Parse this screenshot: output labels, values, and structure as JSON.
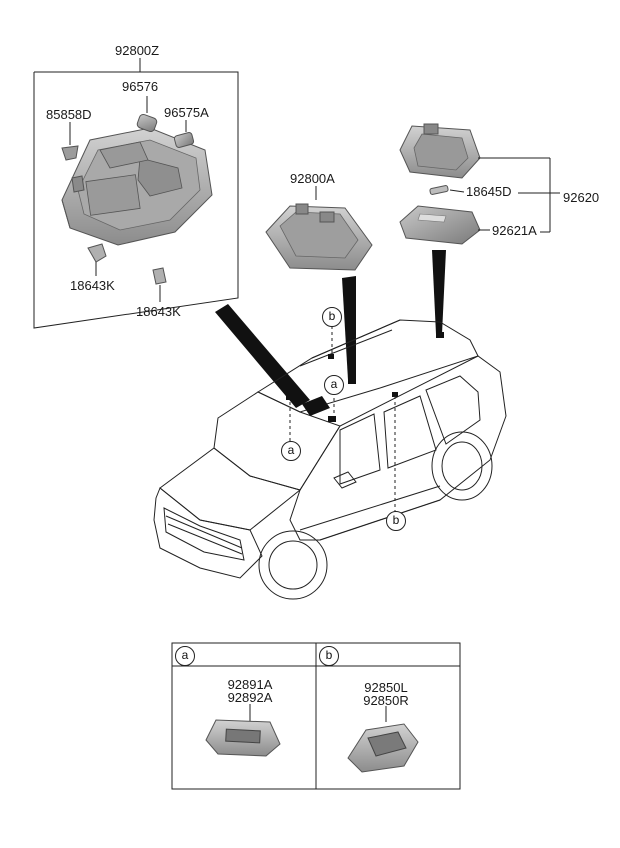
{
  "callouts": {
    "a": "a",
    "b": "b"
  },
  "parts": {
    "assembly_main": "92800Z",
    "bulb_96576": "96576",
    "bulb_96575A": "96575A",
    "screw_85858D": "85858D",
    "socket_left": "18643K",
    "socket_right": "18643K",
    "map_lamp": "92800A",
    "room_lamp_assy": "92620",
    "bulb_18645D": "18645D",
    "lens_92621A": "92621A"
  },
  "detail_table": {
    "a_parts": [
      "92891A",
      "92892A"
    ],
    "b_parts": [
      "92850L",
      "92850R"
    ]
  },
  "colors": {
    "line": "#1a1a1a",
    "part_fill": "#b8b8b8",
    "part_dark": "#7d7d7d",
    "part_light": "#d6d6d6"
  }
}
